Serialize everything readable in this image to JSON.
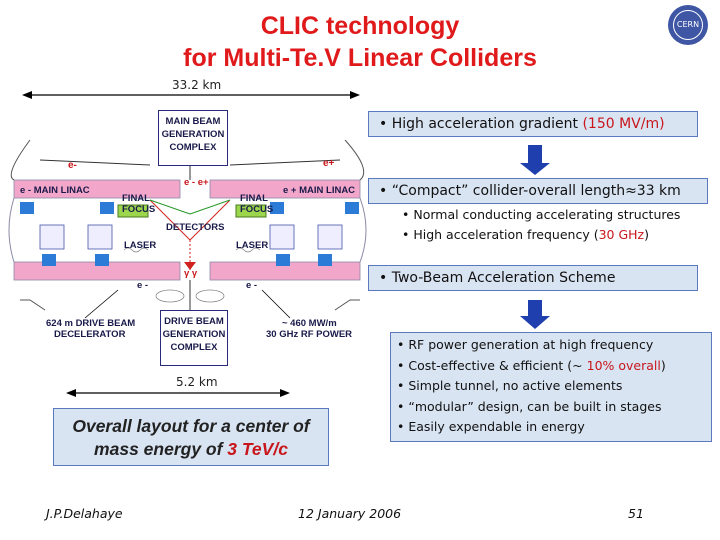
{
  "title": {
    "line1": "CLIC technology",
    "line2": "for Multi-Te.V Linear Colliders"
  },
  "logo": {
    "icon": "cern-logo-icon",
    "text": "CERN"
  },
  "diagram": {
    "top_length": "33.2 km",
    "bottom_length": "5.2 km",
    "main_beam_complex": [
      "MAIN BEAM",
      "GENERATION",
      "COMPLEX"
    ],
    "drive_beam_complex": [
      "DRIVE BEAM",
      "GENERATION",
      "COMPLEX"
    ],
    "e_minus_linac": "e - MAIN LINAC",
    "e_plus_linac": "e + MAIN LINAC",
    "final_focus_left": [
      "FINAL",
      "FOCUS"
    ],
    "final_focus_right": [
      "FINAL",
      "FOCUS"
    ],
    "detectors": "DETECTORS",
    "laser_left": "LASER",
    "laser_right": "LASER",
    "e_minus_top": "e-",
    "e_plus_top": "e+",
    "e_minus_e_plus": "e - e+",
    "gamma_gamma": "γ γ",
    "e_minus_bottom": "e -",
    "e_minus_bottom_right": "e -",
    "drive_decelerator": [
      "624 m  DRIVE BEAM",
      "DECELERATOR"
    ],
    "rf_power": [
      "~ 460  MW/m",
      "30 GHz  RF POWER"
    ]
  },
  "bullets": {
    "b1_text": "High acceleration gradient",
    "b1_value": "(150 MV/m)",
    "b2": "“Compact” collider-overall length≈33 km",
    "b2_sub1": "Normal conducting accelerating structures",
    "b2_sub2_pre": "High acceleration frequency (",
    "b2_sub2_val": "30 GHz",
    "b2_sub2_post": ")",
    "b3": "Two-Beam Acceleration Scheme",
    "list": [
      "RF power generation at high frequency",
      "Simple tunnel, no active elements",
      "“modular” design, can be built in stages",
      "Easily expendable in energy"
    ],
    "cost_pre": "Cost-effective & efficient (~ ",
    "cost_val": "10% overall",
    "cost_post": ")"
  },
  "caption": {
    "line1": "Overall layout for a center of",
    "line2_pre": "mass energy of ",
    "line2_val": "3 TeV/c"
  },
  "footer": {
    "author": "J.P.Delahaye",
    "date": "12 January 2006",
    "page": "51"
  },
  "colors": {
    "title_red": "#e0191b",
    "box_fill": "#d9e4f3",
    "arrow_blue": "#1f3fae",
    "pipe_pink": "#f2a6c9",
    "klystron_blue": "#2c7bd6"
  }
}
